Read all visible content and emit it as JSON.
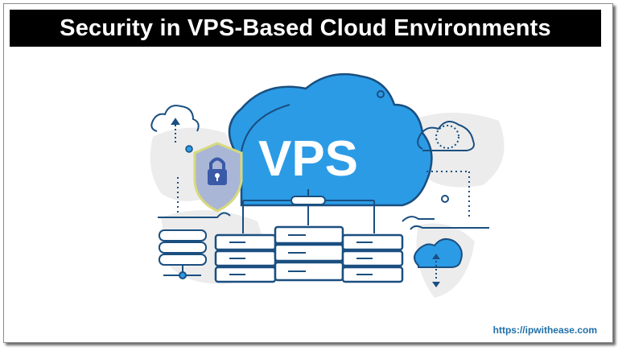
{
  "header": {
    "title": "Security in VPS-Based Cloud Environments"
  },
  "illustration": {
    "cloud_label": "VPS",
    "colors": {
      "cloud_fill": "#2b9be6",
      "outline": "#1a4f80",
      "shield_fill": "#a9b6d6",
      "lock": "#3a5aa8",
      "map": "#e6e6e6"
    }
  },
  "footer": {
    "url": "https://ipwithease.com"
  }
}
